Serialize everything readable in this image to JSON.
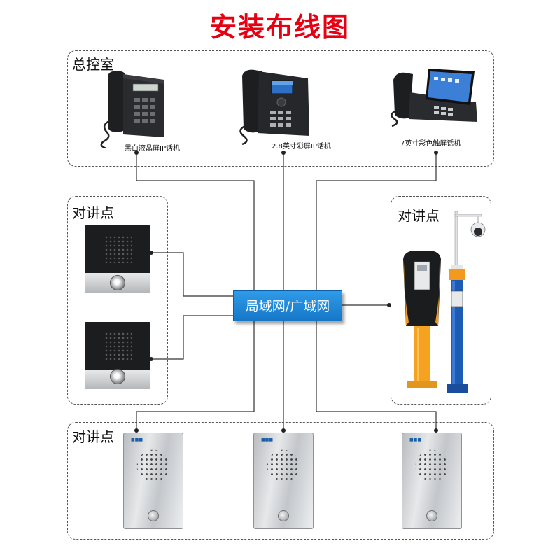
{
  "title": "安装布线图",
  "groups": {
    "control_room": "总控室",
    "intercom_left": "对讲点",
    "intercom_right": "对讲点",
    "intercom_bottom": "对讲点"
  },
  "devices": {
    "phone_mono": "黑白液晶屏IP话机",
    "phone_color": "2.8英寸彩屏IP话机",
    "phone_touch": "7英寸彩色触屏话机"
  },
  "network": "局域网/广域网",
  "colors": {
    "title": "#e60012",
    "network_box": "#1f86d8",
    "wire": "#333333"
  }
}
